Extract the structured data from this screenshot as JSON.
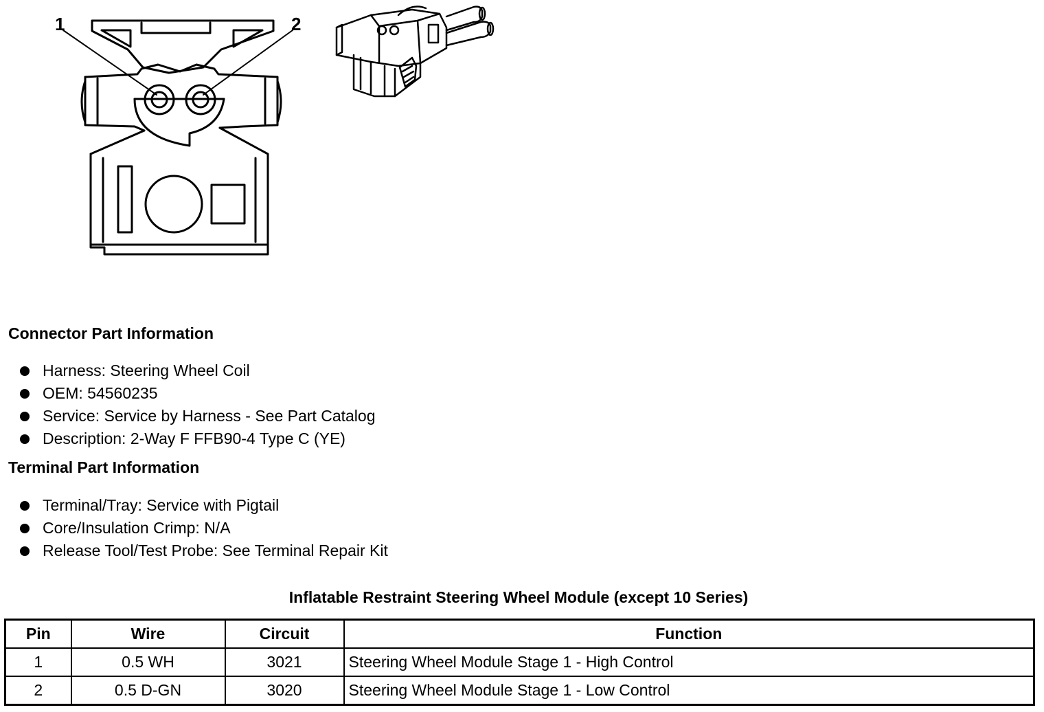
{
  "figure": {
    "callouts": [
      "1",
      "2"
    ],
    "icons": [
      "connector-face-view-icon",
      "connector-3d-view-icon"
    ]
  },
  "connector_info": {
    "title": "Connector Part Information",
    "items": [
      "Harness: Steering Wheel Coil",
      "OEM: 54560235",
      "Service: Service by Harness - See Part Catalog",
      "Description: 2-Way F FFB90-4 Type C (YE)"
    ]
  },
  "terminal_info": {
    "title": "Terminal Part Information",
    "items": [
      "Terminal/Tray: Service with Pigtail",
      "Core/Insulation Crimp: N/A",
      "Release Tool/Test Probe: See Terminal Repair Kit"
    ]
  },
  "pin_table": {
    "caption": "Inflatable Restraint Steering Wheel Module (except 10 Series)",
    "headers": [
      "Pin",
      "Wire",
      "Circuit",
      "Function"
    ],
    "rows": [
      [
        "1",
        "0.5 WH",
        "3021",
        "Steering Wheel Module Stage 1 - High Control"
      ],
      [
        "2",
        "0.5 D-GN",
        "3020",
        "Steering Wheel Module Stage 1 - Low Control"
      ]
    ]
  }
}
